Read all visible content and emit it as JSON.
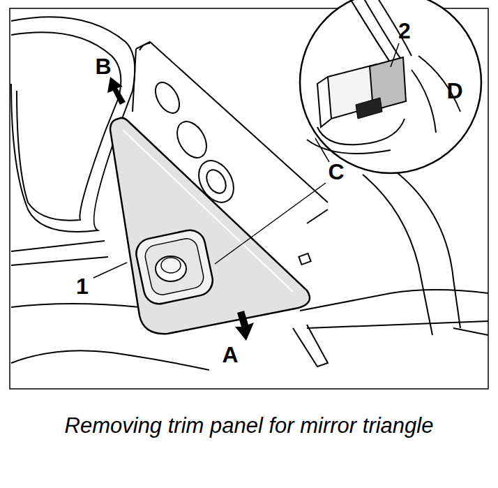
{
  "diagram": {
    "caption": "Removing trim panel for mirror triangle",
    "labels": [
      "B",
      "2",
      "D",
      "C",
      "1",
      "A"
    ]
  }
}
